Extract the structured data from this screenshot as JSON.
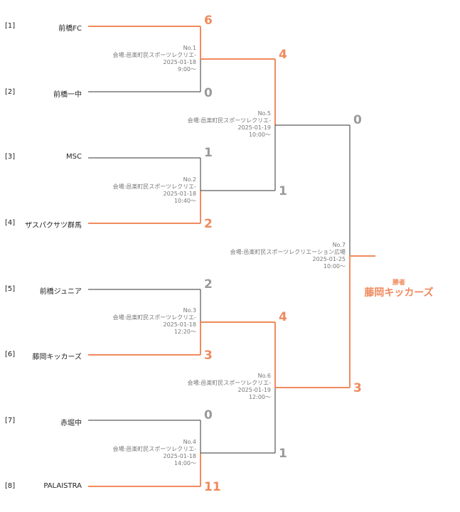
{
  "colors": {
    "win": "#f08a5d",
    "line": "#333333",
    "text": "#222222"
  },
  "teams": [
    {
      "seed": "[1]",
      "name": "前橋FC"
    },
    {
      "seed": "[2]",
      "name": "前橋一中"
    },
    {
      "seed": "[3]",
      "name": "MSC"
    },
    {
      "seed": "[4]",
      "name": "ザスパクサツ群馬"
    },
    {
      "seed": "[5]",
      "name": "前橋ジュニア"
    },
    {
      "seed": "[6]",
      "name": "藤岡キッカーズ"
    },
    {
      "seed": "[7]",
      "name": "赤堀中"
    },
    {
      "seed": "[8]",
      "name": "PALAISTRA"
    }
  ],
  "matches": [
    {
      "no": "No.1",
      "venue": "会場:邑楽町民スポーツレクリエ-",
      "date": "2025-01-18",
      "time": "9:00～",
      "score_top": "6",
      "score_bottom": "0",
      "winner": "top"
    },
    {
      "no": "No.2",
      "venue": "会場:邑楽町民スポーツレクリエ-",
      "date": "2025-01-18",
      "time": "10:40～",
      "score_top": "1",
      "score_bottom": "2",
      "winner": "bottom"
    },
    {
      "no": "No.3",
      "venue": "会場:邑楽町民スポーツレクリエ-",
      "date": "2025-01-18",
      "time": "12:20～",
      "score_top": "2",
      "score_bottom": "3",
      "winner": "bottom"
    },
    {
      "no": "No.4",
      "venue": "会場:邑楽町民スポーツレクリエ-",
      "date": "2025-01-18",
      "time": "14:00～",
      "score_top": "0",
      "score_bottom": "11",
      "winner": "bottom"
    },
    {
      "no": "No.5",
      "venue": "会場:邑楽町民スポーツレクリエ-",
      "date": "2025-01-19",
      "time": "10:00～",
      "score_top": "4",
      "score_bottom": "1",
      "winner": "top"
    },
    {
      "no": "No.6",
      "venue": "会場:邑楽町民スポーツレクリエ-",
      "date": "2025-01-19",
      "time": "12:00～",
      "score_top": "4",
      "score_bottom": "1",
      "winner": "top"
    },
    {
      "no": "No.7",
      "venue": "会場:邑楽町民スポーツレクリエーション広場",
      "date": "2025-01-25",
      "time": "10:00～",
      "score_top": "0",
      "score_bottom": "3",
      "winner": "bottom"
    }
  ],
  "champion": {
    "label": "勝者",
    "name": "藤岡キッカーズ"
  }
}
